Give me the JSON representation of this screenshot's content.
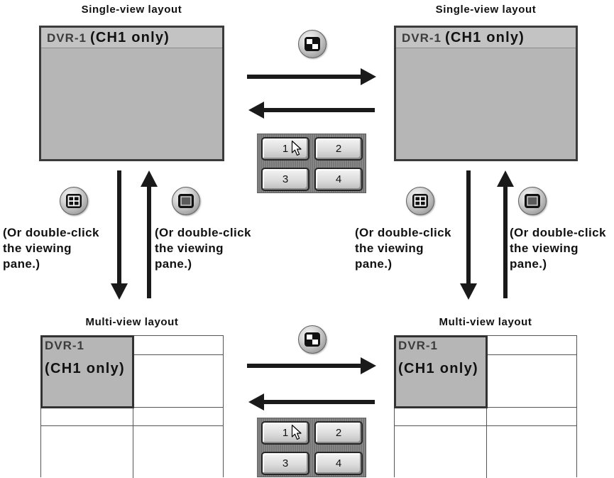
{
  "layouts": {
    "single_left": {
      "title": "Single-view layout",
      "dvr": "DVR-1",
      "channel": "(CH1 only)"
    },
    "single_right": {
      "title": "Single-view layout",
      "dvr": "DVR-1",
      "channel": "(CH1 only)"
    },
    "multi_left": {
      "title": "Multi-view layout",
      "dvr": "DVR-1",
      "channel": "(CH1 only)"
    },
    "multi_right": {
      "title": "Multi-view layout",
      "dvr": "DVR-1",
      "channel": "(CH1 only)"
    }
  },
  "notes": [
    {
      "lines": [
        "(Or double-click",
        "the viewing",
        "pane.)"
      ]
    },
    {
      "lines": [
        "(Or double-click",
        "the viewing",
        "pane.)"
      ]
    },
    {
      "lines": [
        "(Or double-click",
        "the viewing",
        "pane.)"
      ]
    },
    {
      "lines": [
        "(Or double-click",
        "the viewing",
        "pane.)"
      ]
    }
  ],
  "channel_buttons": {
    "top": [
      "1",
      "2",
      "3",
      "4"
    ],
    "bottom": [
      "1",
      "2",
      "3",
      "4"
    ]
  },
  "icons": {
    "switch_layout_button": "sequence-icon",
    "multi_view_button": "quad-view-icon",
    "single_view_button": "single-view-icon",
    "pointer": "mouse-pointer-icon",
    "transition": "arrow-icon"
  },
  "colors": {
    "pane_fill": "#b6b6b6",
    "pane_header": "#c3c3c3",
    "pane_border": "#3b3b3b",
    "grid_line": "#555555",
    "arrow": "#1a1a1a",
    "text": "#111111",
    "button_face": "#dcdcdc"
  }
}
